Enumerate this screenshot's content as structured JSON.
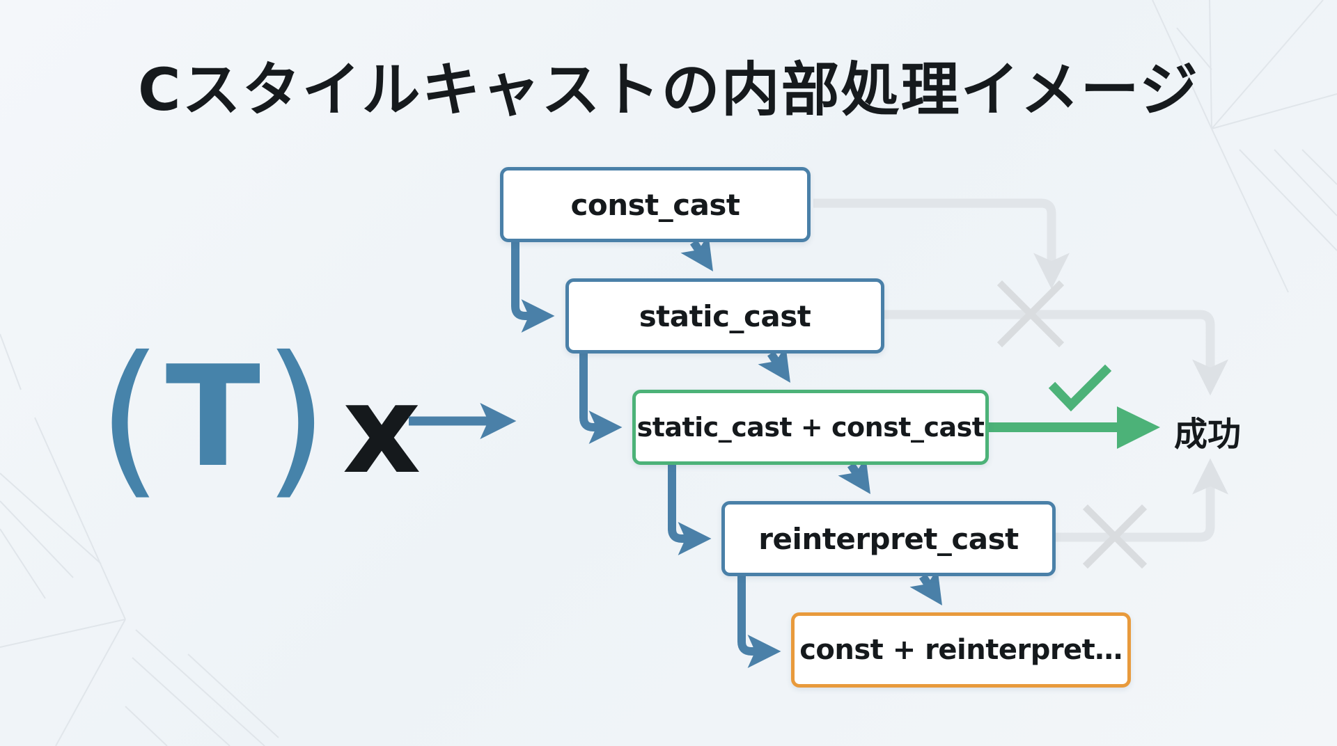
{
  "title": "Cスタイルキャストの内部処理イメージ",
  "expression": {
    "open_paren": "(",
    "type": "T",
    "close_paren": ")",
    "operand": "x"
  },
  "steps": [
    {
      "label": "const_cast",
      "status": "failed",
      "color": "#4a80a8"
    },
    {
      "label": "static_cast",
      "status": "failed",
      "color": "#4a80a8"
    },
    {
      "label": "static_cast + const_cast",
      "status": "success",
      "color": "#4cb278"
    },
    {
      "label": "reinterpret_cast",
      "status": "failed",
      "color": "#4a80a8"
    },
    {
      "label": "const + reinterpret…",
      "status": "pending",
      "color": "#e89a3c"
    }
  ],
  "result_label": "成功",
  "icons": {
    "success": "check-icon",
    "failure": "cross-icon",
    "flow": "arrow-icon"
  },
  "colors": {
    "primary_blue": "#4a80a8",
    "success_green": "#4cb278",
    "fallback_orange": "#e89a3c",
    "faded_gray": "#d9dde1",
    "text_dark": "#15191c"
  }
}
